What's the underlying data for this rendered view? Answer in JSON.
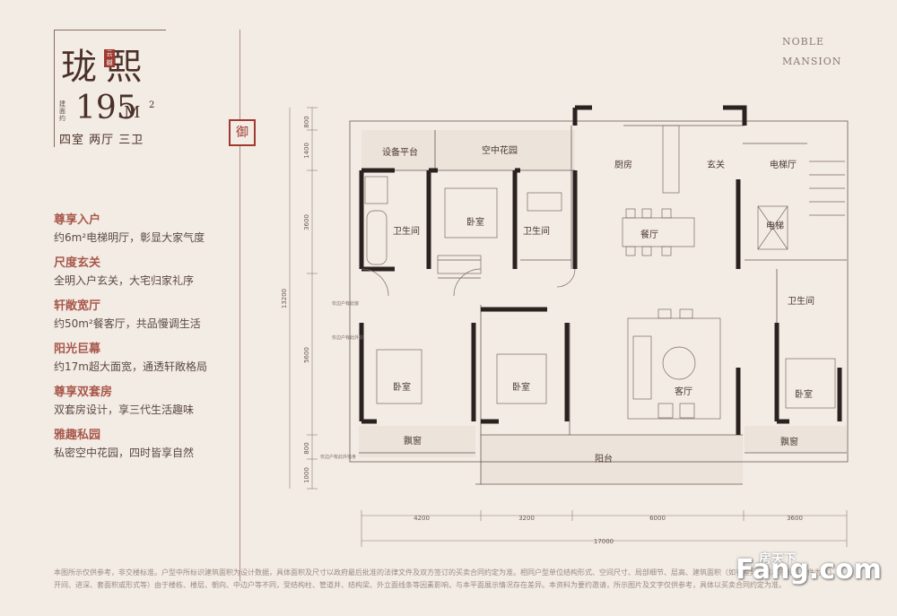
{
  "title": "珑熙",
  "seal_text": "云樾",
  "area_label": "建面约",
  "area_value": "195",
  "area_unit": "M",
  "area_sup": "2",
  "rooms": "四室 两厅 三卫",
  "stamp_glyph": "御",
  "features": [
    {
      "title": "尊享入户",
      "desc": "约6m²电梯明厅，彰显大家气度"
    },
    {
      "title": "尺度玄关",
      "desc": "全明入户玄关，大宅归家礼序"
    },
    {
      "title": "轩敞宽厅",
      "desc": "约50m²餐客厅，共品慢调生活"
    },
    {
      "title": "阳光巨幕",
      "desc": "约17m超大面宽，通透轩敞格局"
    },
    {
      "title": "尊享双套房",
      "desc": "双套房设计，享三代生活趣味"
    },
    {
      "title": "雅趣私园",
      "desc": "私密空中花园，四时皆享自然"
    }
  ],
  "brand": [
    "NOBLE",
    "MANSION"
  ],
  "plan": {
    "rooms": {
      "equipment": "设备平台",
      "sky_garden": "空中花园",
      "kitchen": "厨房",
      "foyer": "玄关",
      "elevator_hall": "电梯厅",
      "bedroom_a": "卧室",
      "bath_a": "卫生间",
      "bath_b": "卫生间",
      "dining": "餐厅",
      "elevator": "电梯",
      "bath_c": "卫生间",
      "bedroom_b": "卧室",
      "bedroom_c": "卧室",
      "living": "客厅",
      "bedroom_d": "卧室",
      "bay_window_left": "飘窗",
      "balcony": "阳台",
      "bay_window_right": "飘窗"
    },
    "dims_vertical": [
      "800",
      "1400",
      "3600",
      "5600",
      "800",
      "1000"
    ],
    "dim_total_vertical": "13200",
    "dims_horizontal": [
      "4200",
      "3200",
      "6000",
      "3600"
    ],
    "dim_total_horizontal": "17000",
    "notes": [
      "仅边户有此窗",
      "仅边户有此外窗",
      "仅边户有此外墙身"
    ]
  },
  "disclaimer": "本图所示仅供参考，非交楼标准。户型中所标识建筑面积为设计数据，具体面积及尺寸以政府最后批准的法律文件及双方签订的买卖合同约定为准。相同户型单位结构形式、空间尺寸、局部细节、层高、建筑面积（如有差异，以政府批准文件为准）、开间、进深、套面积或形式等）由于楼栋、楼层、朝向、中边户等不同，受结构柱、管道井、结构梁、外立面线条等因素影响，与本平面展示情况存在差异。本资料为要约邀请，所示图片及文字仅供参考，具体以买卖合同约定为准。",
  "watermark": "Fang.com",
  "watermark_top": "房天下",
  "colors": {
    "wall": "#2a2220",
    "accent": "#a8574a",
    "seal": "#a03a30",
    "background": "#f3ece5"
  }
}
